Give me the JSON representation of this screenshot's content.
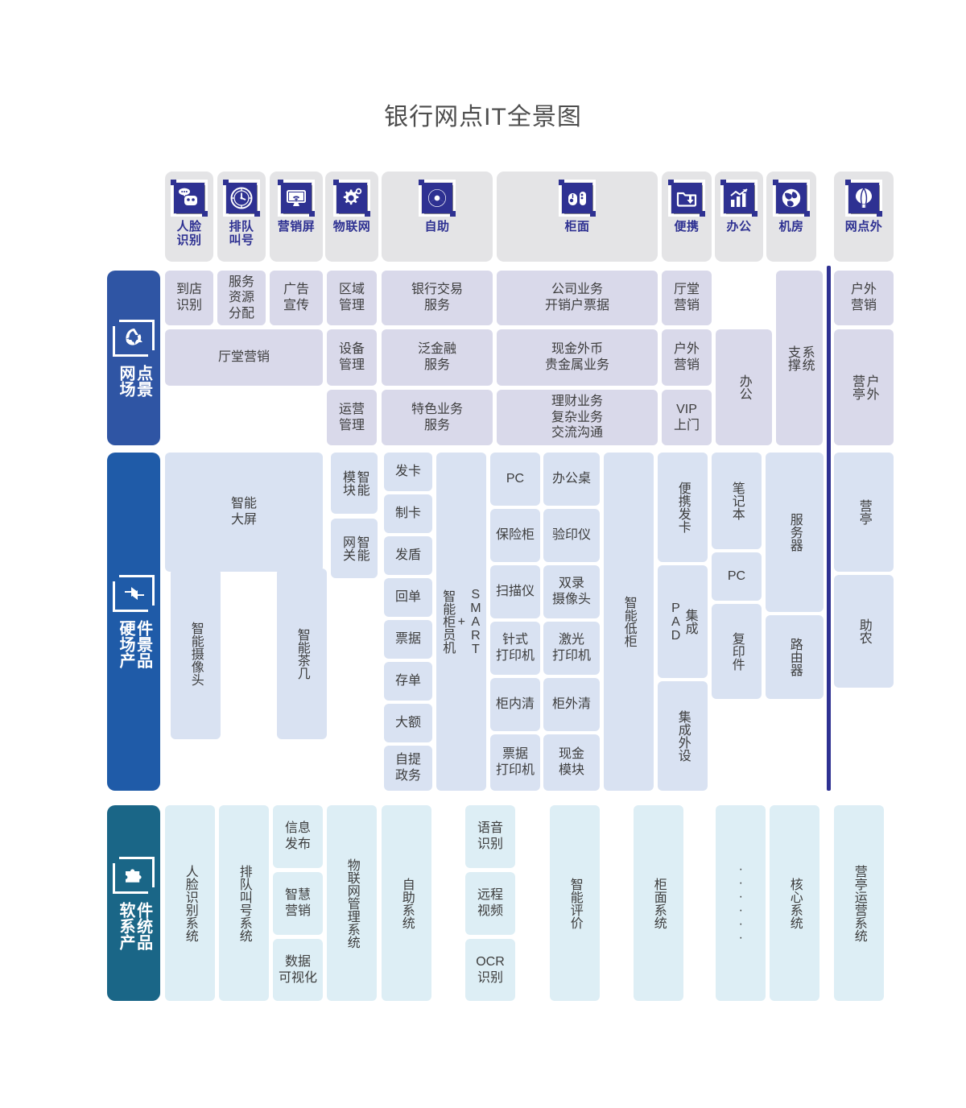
{
  "title": "银行网点IT全景图",
  "colors": {
    "brand_blue": "#2e3192",
    "scene_cell": "#d9d9ea",
    "hardware_cell": "#d9e2f2",
    "software_cell": "#ddeef5",
    "sidebar_scene": "#2f55a4",
    "sidebar_hardware": "#1f5ba8",
    "sidebar_software": "#1a6687",
    "header_group_bg": "#e4e4e6"
  },
  "header": {
    "columns": [
      {
        "label": "人脸\n识别",
        "icon": "face-recognition-icon"
      },
      {
        "label": "排队\n叫号",
        "icon": "queue-clock-icon"
      },
      {
        "label": "营销屏",
        "icon": "marketing-screen-icon"
      },
      {
        "label": "物联网",
        "icon": "iot-gear-icon"
      },
      {
        "label": "自助",
        "icon": "self-service-icon"
      },
      {
        "label": "柜面",
        "icon": "counter-mouse-icon"
      },
      {
        "label": "便携",
        "icon": "portable-folder-icon"
      },
      {
        "label": "办公",
        "icon": "office-chart-icon"
      },
      {
        "label": "机房",
        "icon": "server-room-globe-icon"
      },
      {
        "label": "网点外",
        "icon": "outdoor-balloon-icon"
      }
    ]
  },
  "sidebars": [
    {
      "name": "网点场景",
      "col_right": "点景",
      "col_left": "网场",
      "icon": "scene-recycle-icon"
    },
    {
      "name": "硬件产品场景",
      "col_right": "件景品",
      "col_left": "硬场产",
      "icon": "hardware-arrows-icon"
    },
    {
      "name": "软件系统产品",
      "col_right": "件统品",
      "col_left": "软系产",
      "icon": "software-puzzle-icon"
    }
  ],
  "scene_row": {
    "label": "网点场景",
    "cells": [
      {
        "text": "到店\n识别"
      },
      {
        "text": "服务\n资源\n分配"
      },
      {
        "text": "广告\n宣传"
      },
      {
        "text": "区域\n管理"
      },
      {
        "text": "银行交易\n服务"
      },
      {
        "text": "公司业务\n开销户票据"
      },
      {
        "text": "厅堂\n营销"
      },
      {
        "text": "户外\n营销"
      },
      {
        "text": "厅堂营销"
      },
      {
        "text": "设备\n管理"
      },
      {
        "text": "泛金融\n服务"
      },
      {
        "text": "现金外币\n贵金属业务"
      },
      {
        "text": "户外\n营销"
      },
      {
        "text": "办公",
        "vertical": true
      },
      {
        "text": "系统\n支撑",
        "vertical": true
      },
      {
        "text": "户外\n营亭",
        "vertical": true
      },
      {
        "text": "运营\n管理"
      },
      {
        "text": "特色业务\n服务"
      },
      {
        "text": "理财业务\n复杂业务\n交流沟通"
      },
      {
        "text": "VIP\n上门"
      }
    ]
  },
  "hardware_row": {
    "label": "硬件产品场景",
    "cells": [
      {
        "text": "智能\n大屏"
      },
      {
        "text": "智能摄像头",
        "vertical": true
      },
      {
        "text": "智能茶几",
        "vertical": true
      },
      {
        "text": "智能\n模块",
        "vertical": true
      },
      {
        "text": "智能\n网关",
        "vertical": true
      },
      {
        "text": "发卡"
      },
      {
        "text": "制卡"
      },
      {
        "text": "发盾"
      },
      {
        "text": "回单"
      },
      {
        "text": "票据"
      },
      {
        "text": "存单"
      },
      {
        "text": "大额"
      },
      {
        "text": "自提\n政务"
      },
      {
        "text": "SMART\n+\n智能柜员机",
        "vertical": true
      },
      {
        "text": "PC"
      },
      {
        "text": "办公桌"
      },
      {
        "text": "保险柜"
      },
      {
        "text": "验印仪"
      },
      {
        "text": "扫描仪"
      },
      {
        "text": "双录\n摄像头"
      },
      {
        "text": "针式\n打印机"
      },
      {
        "text": "激光\n打印机"
      },
      {
        "text": "柜内清"
      },
      {
        "text": "柜外清"
      },
      {
        "text": "票据\n打印机"
      },
      {
        "text": "现金\n模块"
      },
      {
        "text": "智能低柜",
        "vertical": true
      },
      {
        "text": "便携发卡",
        "vertical": true
      },
      {
        "text": "集成\nPAD",
        "vertical": true
      },
      {
        "text": "集成外设",
        "vertical": true
      },
      {
        "text": "笔记本",
        "vertical": true
      },
      {
        "text": "PC"
      },
      {
        "text": "复印件",
        "vertical": true
      },
      {
        "text": "服务器",
        "vertical": true
      },
      {
        "text": "路由器",
        "vertical": true
      },
      {
        "text": "营亭",
        "vertical": true
      },
      {
        "text": "助农",
        "vertical": true
      }
    ]
  },
  "software_row": {
    "label": "软件系统产品",
    "cells": [
      {
        "text": "人脸识别系统",
        "vertical": true
      },
      {
        "text": "排队叫号系统",
        "vertical": true
      },
      {
        "text": "信息\n发布"
      },
      {
        "text": "智慧\n营销"
      },
      {
        "text": "数据\n可视化"
      },
      {
        "text": "物联网管理系统",
        "vertical": true
      },
      {
        "text": "自助系统",
        "vertical": true
      },
      {
        "text": "语音\n识别"
      },
      {
        "text": "远程\n视频"
      },
      {
        "text": "OCR\n识别"
      },
      {
        "text": "智能评价",
        "vertical": true
      },
      {
        "text": "柜面系统",
        "vertical": true
      },
      {
        "text": "······",
        "vertical": true
      },
      {
        "text": "核心系统",
        "vertical": true
      },
      {
        "text": "营亭运营系统",
        "vertical": true
      }
    ]
  }
}
